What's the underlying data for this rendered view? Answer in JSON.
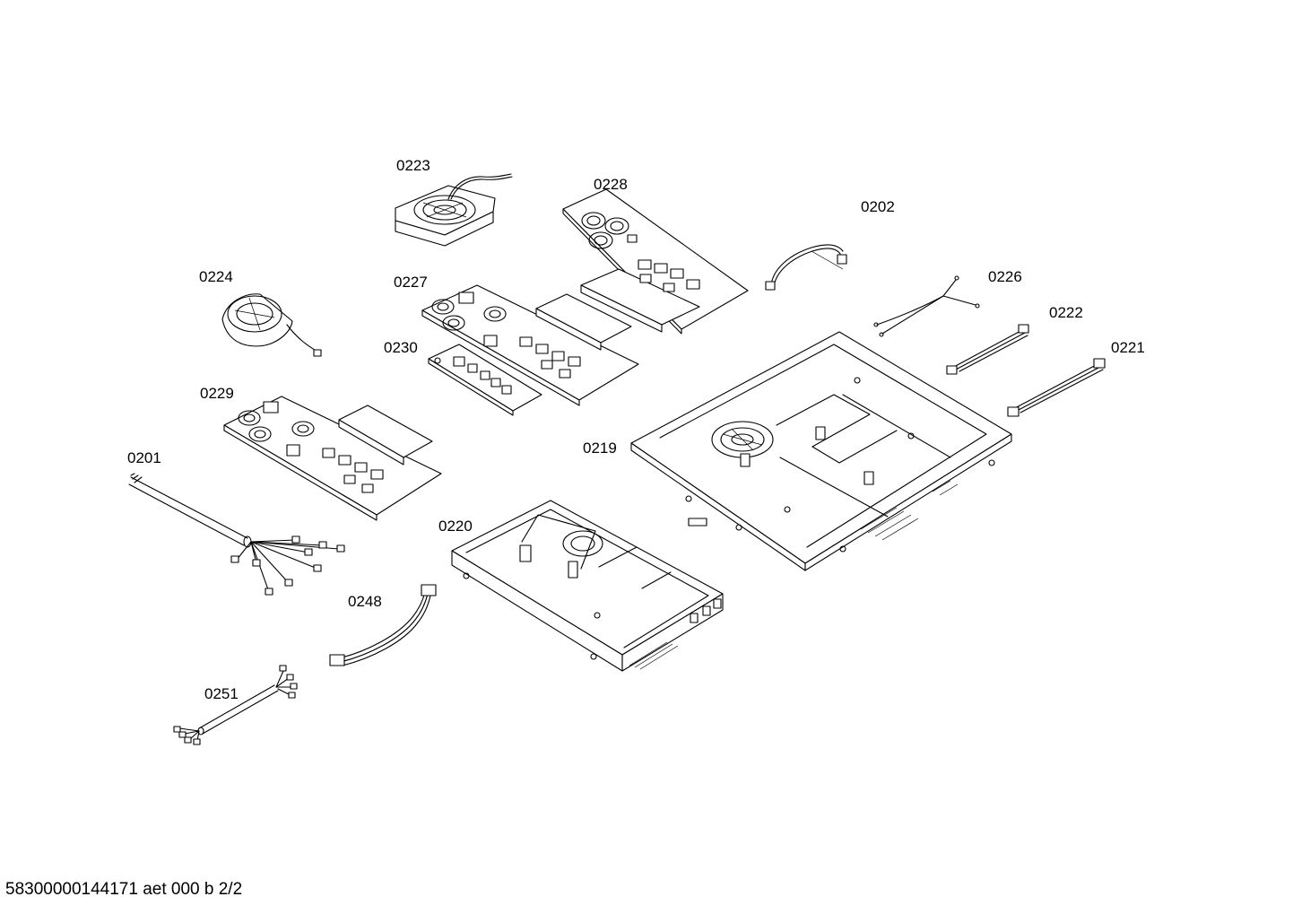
{
  "parts": [
    {
      "id": "p0223",
      "label": "0223"
    },
    {
      "id": "p0228",
      "label": "0228"
    },
    {
      "id": "p0202",
      "label": "0202"
    },
    {
      "id": "p0224",
      "label": "0224"
    },
    {
      "id": "p0227",
      "label": "0227"
    },
    {
      "id": "p0226",
      "label": "0226"
    },
    {
      "id": "p0222",
      "label": "0222"
    },
    {
      "id": "p0230",
      "label": "0230"
    },
    {
      "id": "p0221",
      "label": "0221"
    },
    {
      "id": "p0229",
      "label": "0229"
    },
    {
      "id": "p0219",
      "label": "0219"
    },
    {
      "id": "p0201",
      "label": "0201"
    },
    {
      "id": "p0220",
      "label": "0220"
    },
    {
      "id": "p0248",
      "label": "0248"
    },
    {
      "id": "p0251",
      "label": "0251"
    }
  ],
  "footer": "58300000144171 aet 000 b 2/2"
}
